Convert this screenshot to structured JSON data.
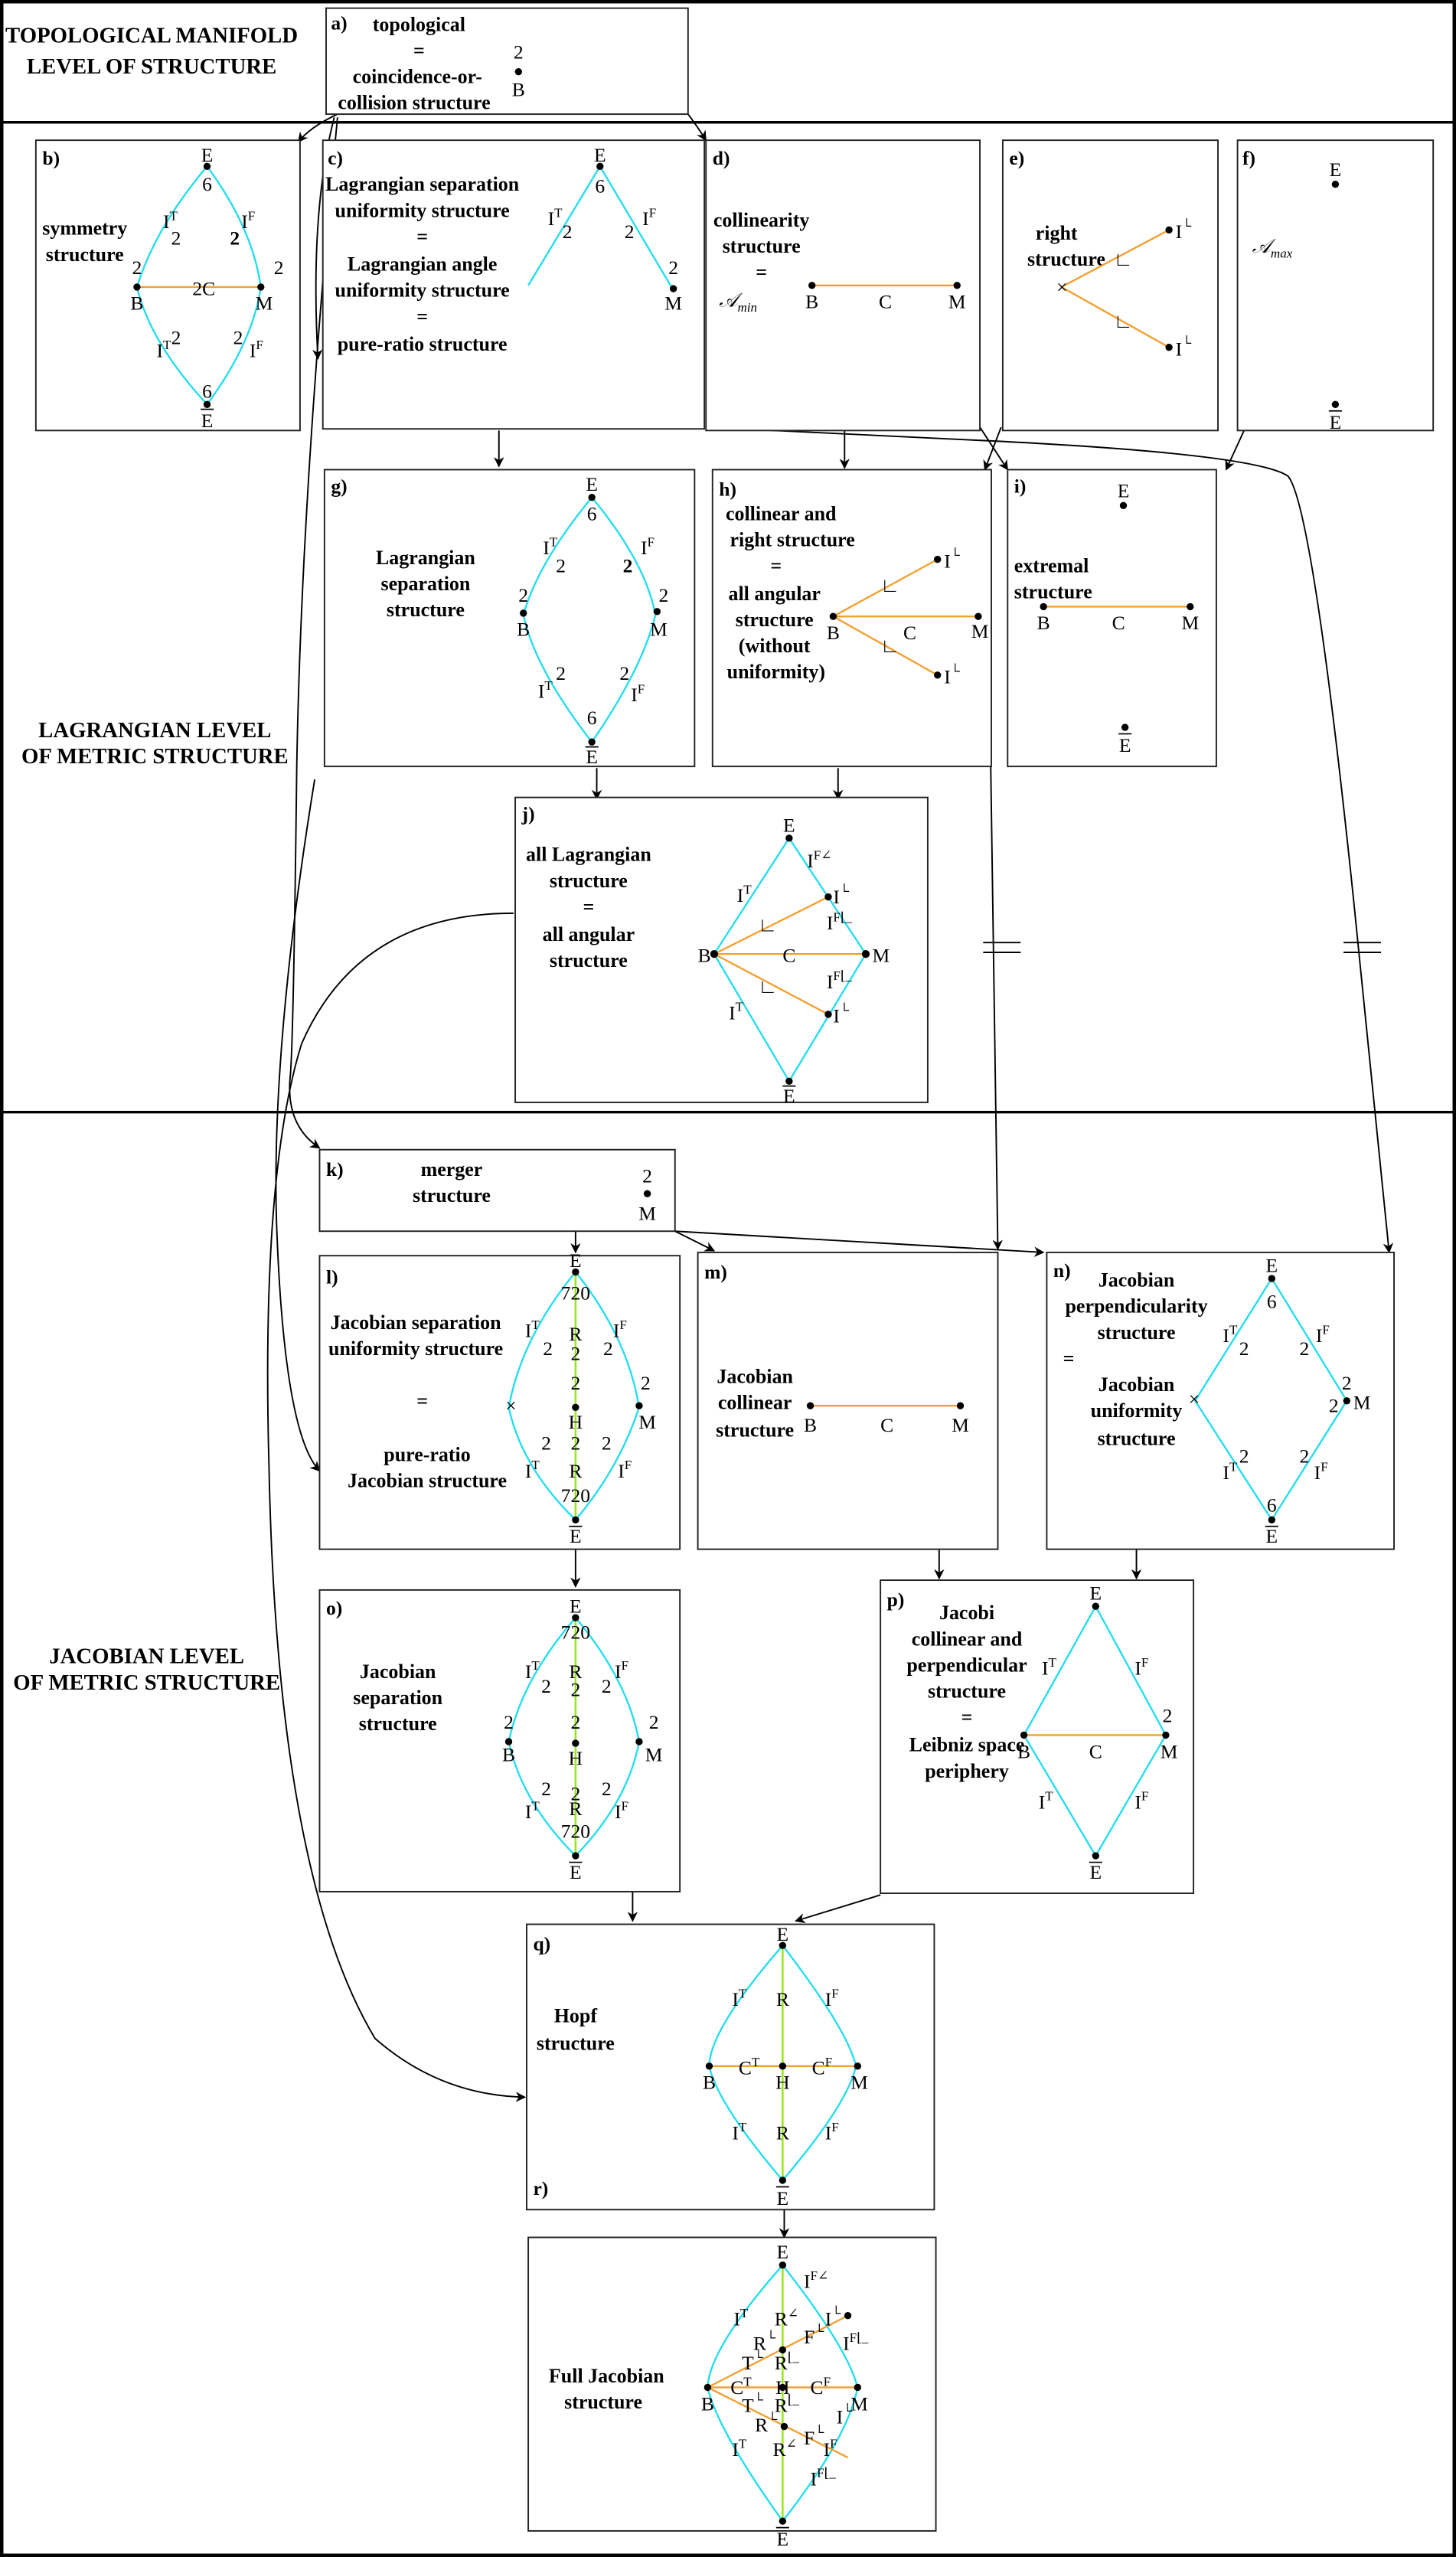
{
  "levels": {
    "topological": [
      "TOPOLOGICAL MANIFOLD",
      "LEVEL OF STRUCTURE"
    ],
    "lagrangian": [
      "LAGRANGIAN LEVEL",
      "OF METRIC STRUCTURE"
    ],
    "jacobian": [
      "JACOBIAN LEVEL",
      "OF METRIC STRUCTURE"
    ]
  },
  "colors": {
    "ir_edge": "#22ddee",
    "collinear_edge": "#f2a030",
    "R_edge": "#99e622",
    "frame": "#000000"
  },
  "panels": {
    "a": {
      "tag": "a)",
      "lines": [
        "topological",
        "=",
        "coincidence-or-",
        "collision structure"
      ],
      "mult": "2",
      "node": "B"
    },
    "b": {
      "tag": "b)",
      "lines": [
        "symmetry",
        "structure"
      ],
      "E": "E",
      "Ebar": "E",
      "B": "B",
      "M": "M",
      "C": "2C",
      "n6": "6",
      "n2": "2",
      "IT": "I",
      "IF": "I",
      "supT": "T",
      "supF": "F"
    },
    "c": {
      "tag": "c)",
      "lines": [
        "Lagrangian separation",
        "uniformity structure",
        "=",
        "Lagrangian angle",
        "uniformity structure",
        "=",
        "pure-ratio structure"
      ],
      "E": "E",
      "M": "M",
      "n6": "6",
      "n2": "2"
    },
    "d": {
      "tag": "d)",
      "lines": [
        "collinearity",
        "structure",
        "="
      ],
      "amin": "𝒜",
      "amin_sub": "min",
      "B": "B",
      "C": "C",
      "M": "M"
    },
    "e": {
      "tag": "e)",
      "lines": [
        "right",
        "structure"
      ],
      "I": "I",
      "sup": "└",
      "angle": "∟"
    },
    "f": {
      "tag": "f)",
      "amax": "𝒜",
      "amax_sub": "max",
      "E": "E",
      "Ebar": "E"
    },
    "g": {
      "tag": "g)",
      "lines": [
        "Lagrangian",
        "separation",
        "structure"
      ]
    },
    "h": {
      "tag": "h)",
      "lines": [
        "collinear and",
        "right structure",
        "=",
        "all angular",
        "structure",
        "(without",
        "uniformity)"
      ]
    },
    "i": {
      "tag": "i)",
      "lines": [
        "extremal",
        "structure"
      ]
    },
    "j": {
      "tag": "j)",
      "lines": [
        "all Lagrangian",
        "structure",
        "=",
        "all angular",
        "structure"
      ],
      "supFang": "F∠",
      "supFrt": "F⌊_"
    },
    "k": {
      "tag": "k)",
      "lines": [
        "merger",
        "structure"
      ],
      "mult": "2",
      "node": "M"
    },
    "l": {
      "tag": "l)",
      "lines": [
        "Jacobian separation",
        "uniformity structure",
        "=",
        "pure-ratio",
        "Jacobian structure"
      ],
      "n720": "720",
      "R": "R",
      "H": "H"
    },
    "m": {
      "tag": "m)",
      "lines": [
        "Jacobian",
        "collinear",
        "structure"
      ]
    },
    "n": {
      "tag": "n)",
      "lines": [
        "Jacobian",
        "perpendicularity",
        "structure",
        "=",
        "Jacobian",
        "uniformity",
        "structure"
      ]
    },
    "o": {
      "tag": "o)",
      "lines": [
        "Jacobian",
        "separation",
        "structure"
      ]
    },
    "p": {
      "tag": "p)",
      "lines": [
        "Jacobi",
        "collinear and",
        "perpendicular",
        "structure",
        "=",
        "Leibniz space",
        "periphery"
      ]
    },
    "q": {
      "tag": "q)",
      "lines": [
        "Hopf",
        "structure"
      ],
      "CT": "C",
      "CF": "C"
    },
    "r": {
      "tag": "r)",
      "lines": [
        "Full Jacobian",
        "structure"
      ]
    }
  },
  "equals_marks": [
    "=",
    "="
  ]
}
